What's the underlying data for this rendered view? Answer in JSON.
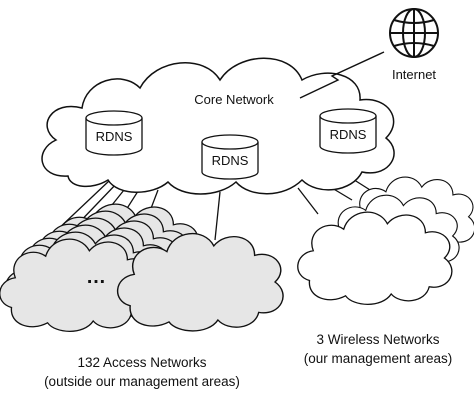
{
  "core": {
    "label": "Core Network"
  },
  "internet": {
    "label": "Internet"
  },
  "servers": [
    {
      "label": "RDNS"
    },
    {
      "label": "RDNS"
    },
    {
      "label": "RDNS"
    }
  ],
  "access": {
    "ellipsis": "…",
    "caption_line1": "132 Access Networks",
    "caption_line2": "(outside our management areas)"
  },
  "wireless": {
    "caption_line1": "3 Wireless Networks",
    "caption_line2": "(our management areas)"
  },
  "colors": {
    "stroke": "#111111",
    "access_fill": "#e6e6e6",
    "cloud_fill": "#ffffff",
    "server_fill": "#ffffff"
  }
}
